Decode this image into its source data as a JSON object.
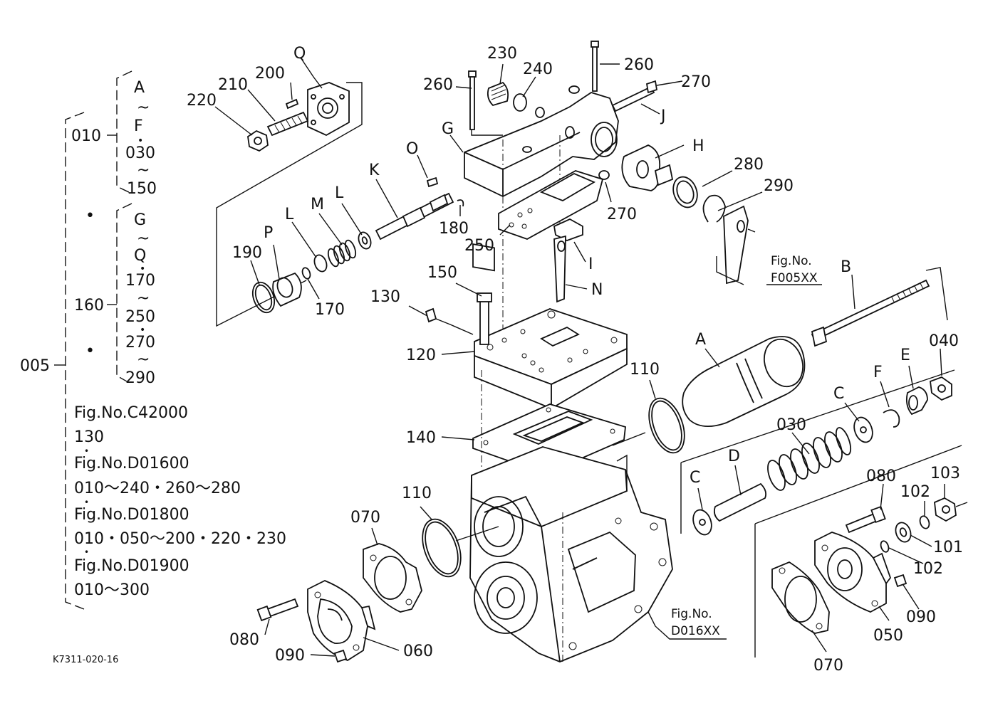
{
  "index": {
    "group_005": "005",
    "group_010": "010",
    "group_160": "160",
    "a_range": [
      "A",
      "~",
      "F",
      "•",
      "030",
      "~",
      "150"
    ],
    "g_range": [
      "G",
      "~",
      "Q",
      "•",
      "170",
      "~",
      "250",
      "•",
      "270",
      "~",
      "290"
    ],
    "separator_dots": [
      "•",
      "•"
    ],
    "references": [
      "Fig.No.C42000",
      "130",
      "•",
      "Fig.No.D01600",
      "010〜240・260〜280",
      "•",
      "Fig.No.D01800",
      "010・050〜200・220・230",
      "•",
      "Fig.No.D01900",
      "010〜300"
    ]
  },
  "callouts": {
    "q": "Q",
    "p": "P",
    "o": "O",
    "k": "K",
    "m": "M",
    "l1": "L",
    "l2": "L",
    "g": "G",
    "h": "H",
    "i": "I",
    "j": "J",
    "n": "N",
    "a": "A",
    "b": "B",
    "c1": "C",
    "c2": "C",
    "d": "D",
    "e": "E",
    "f": "F",
    "n200": "200",
    "n210": "210",
    "n220": "220",
    "n230": "230",
    "n240": "240",
    "n260a": "260",
    "n260b": "260",
    "n270a": "270",
    "n270b": "270",
    "n280": "280",
    "n290": "290",
    "n250": "250",
    "n180": "180",
    "n190": "190",
    "n170": "170",
    "n150": "150",
    "n130": "130",
    "n120": "120",
    "n140": "140",
    "n110a": "110",
    "n110b": "110",
    "n070a": "070",
    "n070b": "070",
    "n060": "060",
    "n080a": "080",
    "n080b": "080",
    "n090a": "090",
    "n090b": "090",
    "n030": "030",
    "n040": "040",
    "n050": "050",
    "n101": "101",
    "n102a": "102",
    "n102b": "102",
    "n103": "103"
  },
  "figure_refs": {
    "f005_line1": "Fig.No.",
    "f005_line2": "F005XX",
    "d016_line1": "Fig.No.",
    "d016_line2": "D016XX"
  },
  "drawing_code": "K7311-020-16"
}
